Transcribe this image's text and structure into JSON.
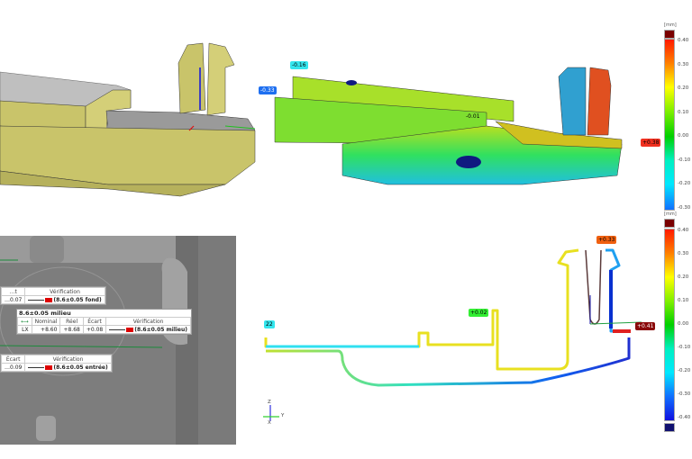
{
  "top_left_view": {
    "model_color": "#c9c46a"
  },
  "top_right_view": {
    "annotations": [
      {
        "text": "-0.16",
        "color": "#33e6ee"
      },
      {
        "text": "-0.33",
        "color": "#1e6ff0"
      },
      {
        "text": "-0.01",
        "color": ""
      },
      {
        "text": "+0.38",
        "color": "#f03020"
      }
    ],
    "colorbar": {
      "unit": "[mm]",
      "unit_bottom": "[mm]",
      "ticks": [
        "0.40",
        "0.30",
        "0.20",
        "0.10",
        "0.00",
        "-0.10",
        "-0.20",
        "-0.30"
      ],
      "over_color": "#7a0000",
      "under_color": "#7a0000"
    }
  },
  "bottom_left_view": {
    "measurements": [
      {
        "name": "fond",
        "headers": [
          "…t",
          "Vérification"
        ],
        "values": [
          "…0.07"
        ],
        "verification": "(8.6±0.05 fond)"
      },
      {
        "name": "milieu",
        "title": "8.6±0.05 milieu",
        "headers": [
          "Nominal",
          "Réel",
          "Écart",
          "Vérification"
        ],
        "axis": "LX",
        "values": [
          "+8.60",
          "+8.68",
          "+0.08"
        ],
        "verification": "(8.6±0.05 milieu)"
      },
      {
        "name": "entree",
        "headers": [
          "Écart",
          "Vérification"
        ],
        "values": [
          "…0.09"
        ],
        "verification": "(8.6±0.05 entrée)"
      }
    ]
  },
  "bottom_right_view": {
    "annotations": [
      {
        "text": "22",
        "color": "#33e6ee"
      },
      {
        "text": "+0.02",
        "color": "#33ee33"
      },
      {
        "text": "+0.33",
        "color": "#f06010"
      },
      {
        "text": "+0.41",
        "color": "#8a0a0a"
      }
    ],
    "axes": {
      "z": "Z",
      "y": "Y",
      "x": "X"
    },
    "colorbar": {
      "unit": "[mm]",
      "ticks": [
        "0.40",
        "0.30",
        "0.20",
        "0.10",
        "0.00",
        "-0.10",
        "-0.20",
        "-0.30",
        "-0.40"
      ],
      "over_color": "#7a0000",
      "under_color": "#101070"
    }
  }
}
